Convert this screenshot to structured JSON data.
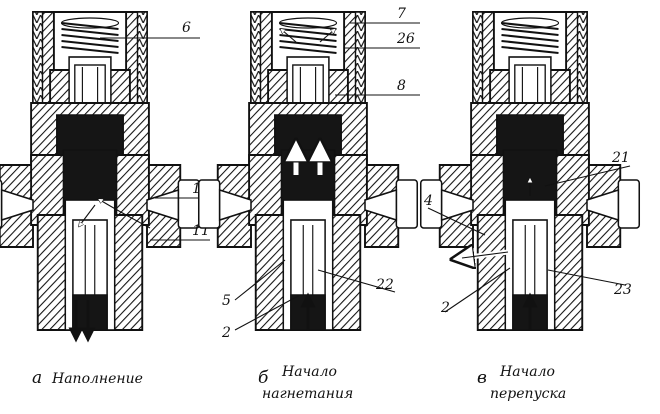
{
  "panels": [
    {
      "letter": "а",
      "caption_line1": "Наполнение",
      "caption_line2": "",
      "labels": {
        "6": "6",
        "10": "10",
        "11": "11"
      }
    },
    {
      "letter": "б",
      "caption_line1": "Начало",
      "caption_line2": "нагнетания",
      "labels": {
        "7": "7",
        "26": "26",
        "8": "8",
        "5": "5",
        "2": "2",
        "22": "22"
      }
    },
    {
      "letter": "в",
      "caption_line1": "Начало",
      "caption_line2": "перепуска",
      "labels": {
        "21": "21",
        "4": "4",
        "2": "2",
        "23": "23"
      }
    }
  ],
  "colors": {
    "ink": "#111111",
    "paper": "#ffffff"
  }
}
